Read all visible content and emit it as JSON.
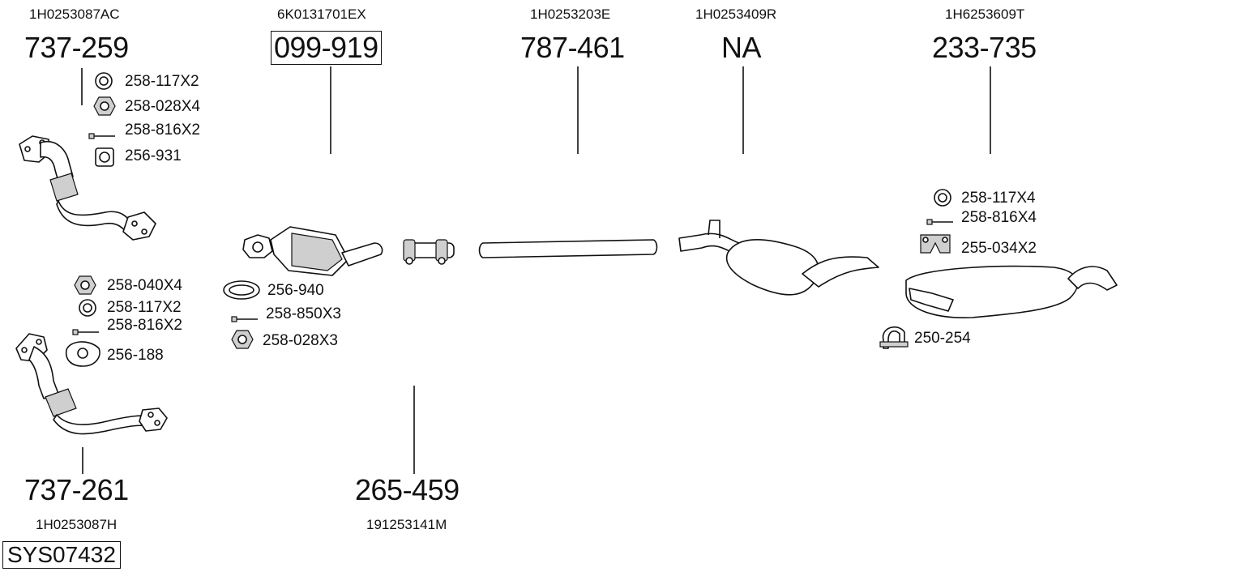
{
  "diagram_ref": "SYS07432",
  "parts": [
    {
      "id": "737-259",
      "oem": "1H0253087AC",
      "boxed": false
    },
    {
      "id": "099-919",
      "oem": "6K0131701EX",
      "boxed": true
    },
    {
      "id": "787-461",
      "oem": "1H0253203E",
      "boxed": false
    },
    {
      "id": "NA",
      "oem": "1H0253409R",
      "boxed": false
    },
    {
      "id": "233-735",
      "oem": "1H6253609T",
      "boxed": false
    },
    {
      "id": "737-261",
      "oem": "1H0253087H",
      "boxed": false
    },
    {
      "id": "265-459",
      "oem": "191253141M",
      "boxed": false
    }
  ],
  "accessories": {
    "group_737_259": [
      "258-117X2",
      "258-028X4",
      "258-816X2",
      "256-931"
    ],
    "group_737_261": [
      "258-040X4",
      "258-117X2",
      "258-816X2",
      "256-188"
    ],
    "group_099_919": [
      "256-940",
      "258-850X3",
      "258-028X3"
    ],
    "group_233_735": [
      "258-117X4",
      "258-816X4",
      "255-034X2",
      "250-254"
    ]
  },
  "icons": [
    "washer-icon",
    "nut-icon",
    "bolt-icon",
    "gasket-icon",
    "ring-gasket-icon",
    "rubber-hanger-icon",
    "clamp-icon"
  ]
}
